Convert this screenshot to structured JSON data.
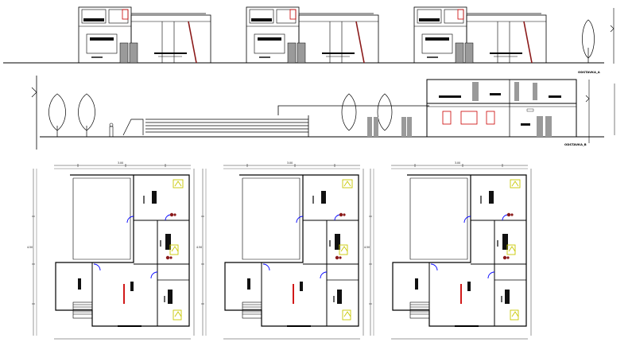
{
  "drawing": {
    "elevation_labels": {
      "front": "ODSTAVKA_A",
      "side": "ODSTAVKA_B"
    },
    "floor_plans": [
      {
        "id": "plan-1"
      },
      {
        "id": "plan-2"
      },
      {
        "id": "plan-3"
      }
    ],
    "colors": {
      "line": "#000000",
      "wall_fill": "#9a9a9a",
      "dark_fill": "#111111",
      "door": "#0000ff",
      "fixture": "#c8c800",
      "accent": "#cc0000",
      "sanitary": "#8b1a1a"
    }
  }
}
